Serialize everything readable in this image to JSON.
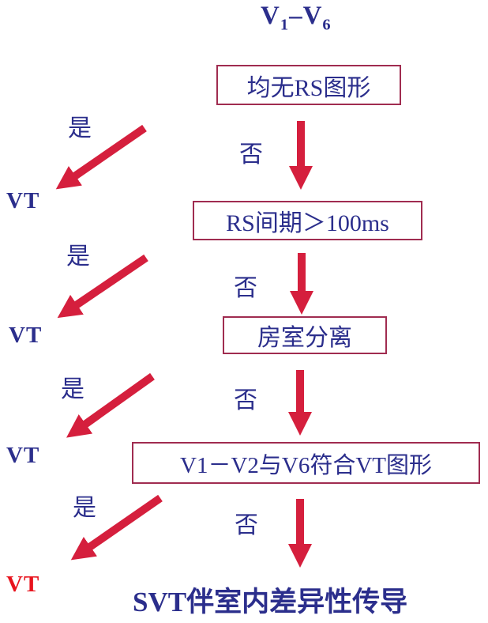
{
  "title": {
    "v1": "V",
    "s1": "1",
    "dash": "–",
    "v2": "V",
    "s2": "6"
  },
  "boxes": [
    {
      "label": "均无RS图形"
    },
    {
      "label": "RS间期＞100ms"
    },
    {
      "label": "房室分离"
    },
    {
      "label": "V1－V2与V6符合VT图形"
    }
  ],
  "labels": {
    "yes": "是",
    "no": "否"
  },
  "results": [
    {
      "label": "VT"
    },
    {
      "label": "VT"
    },
    {
      "label": "VT"
    },
    {
      "label": "VT"
    }
  ],
  "final_text": "SVT伴室内差异性传导",
  "colors": {
    "text_navy": "#2B2E8C",
    "arrow_red": "#D51F3D",
    "box_border": "#A02C50",
    "final_vt_red": "#E8131D",
    "background": "#FFFFFF"
  }
}
